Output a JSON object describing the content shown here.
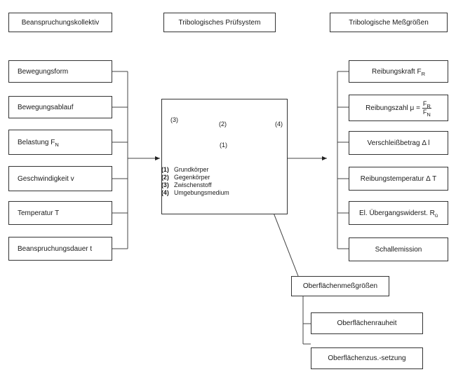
{
  "headers": {
    "left": "Beanspruchungskollektiv",
    "center": "Tribologisches Prüfsystem",
    "right": "Tribologische Meßgrößen"
  },
  "inputs": [
    {
      "label": "Bewegungsform",
      "sub": ""
    },
    {
      "label": "Bewegungsablauf",
      "sub": ""
    },
    {
      "label": "Belastung F",
      "sub": "N"
    },
    {
      "label": "Geschwindigkeit v",
      "sub": ""
    },
    {
      "label": "Temperatur T",
      "sub": ""
    },
    {
      "label": "Beanspruchungsdauer t",
      "sub": ""
    }
  ],
  "outputs": [
    {
      "label": "Reibungskraft F",
      "sub": "R"
    },
    {
      "label": "Reibungszahl μ =",
      "frac_num": "F",
      "frac_num_sub": "R",
      "frac_den": "F",
      "frac_den_sub": "N"
    },
    {
      "label": "Verschleißbetrag Δ l",
      "sub": ""
    },
    {
      "label": "Reibungstemperatur Δ T",
      "sub": ""
    },
    {
      "label": "El. Übergangswiderst. R",
      "sub": "ü"
    },
    {
      "label": "Schallemission",
      "sub": ""
    }
  ],
  "surface": {
    "title": "Oberflächenmeßgrößen",
    "items": [
      "Oberflächenrauheit",
      "Oberflächenzus.-setzung"
    ]
  },
  "system": {
    "markers": {
      "m1": "(1)",
      "m2": "(2)",
      "m3": "(3)",
      "m4": "(4)"
    },
    "legend": [
      {
        "num": "(1)",
        "text": "Grundkörper"
      },
      {
        "num": "(2)",
        "text": "Gegenkörper"
      },
      {
        "num": "(3)",
        "text": "Zwischenstoff"
      },
      {
        "num": "(4)",
        "text": "Umgebungsmedium"
      }
    ]
  }
}
